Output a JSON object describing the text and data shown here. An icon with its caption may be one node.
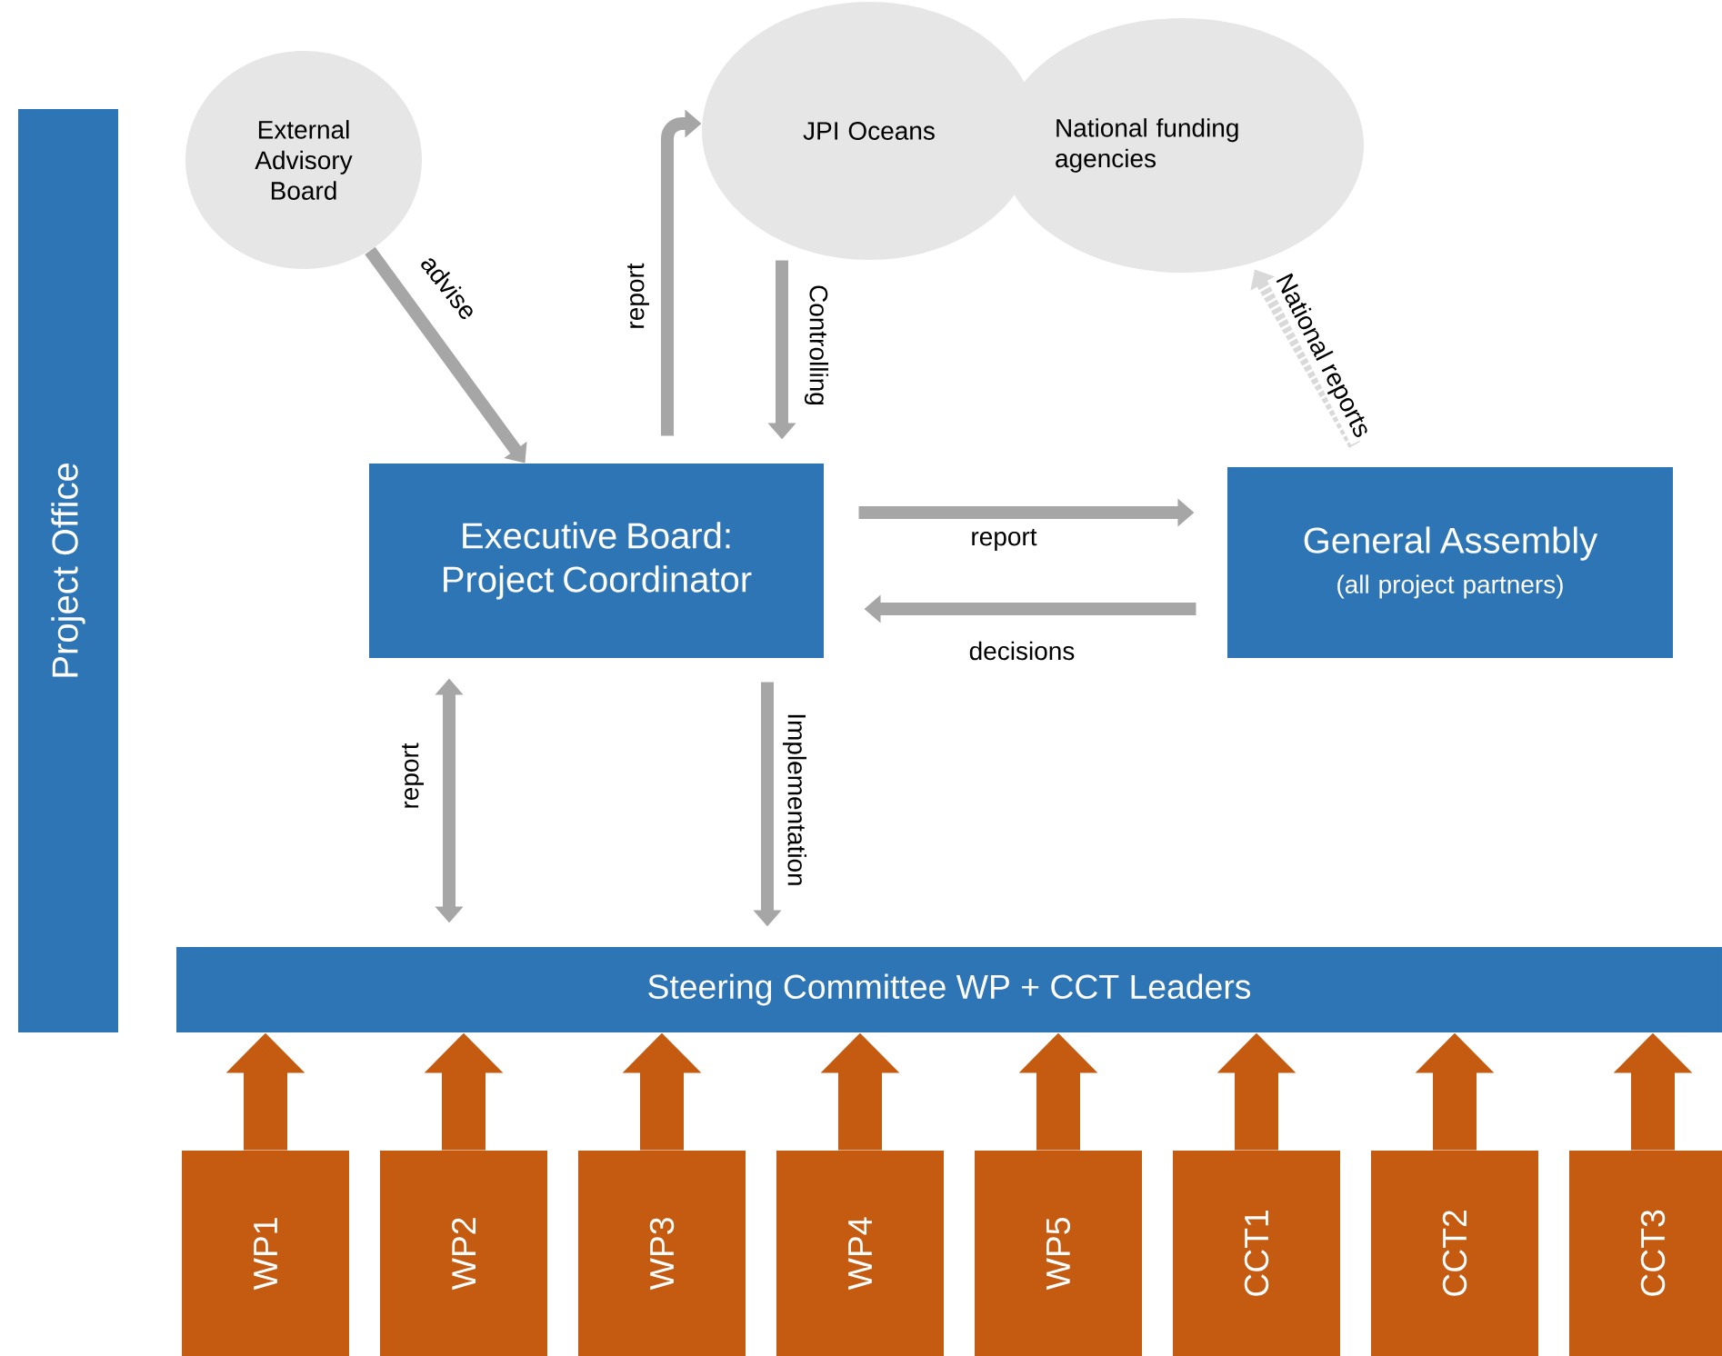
{
  "diagram": {
    "nodes": [
      {
        "text": [
          "Project Office"
        ]
      },
      {
        "text": [
          "External Advisory Board"
        ]
      },
      {
        "text": [
          "JPI Oceans"
        ]
      },
      {
        "text": [
          "National funding agencies"
        ]
      },
      {
        "text": [
          "Executive Board: Project Coordinator"
        ]
      },
      {
        "text": [
          "General Assembly",
          "(all project partners)"
        ]
      },
      {
        "text": [
          "Steering Committee WP + CCT Leaders"
        ]
      },
      {
        "text": [
          "WP1"
        ]
      },
      {
        "text": [
          "WP2"
        ]
      },
      {
        "text": [
          "WP3"
        ]
      },
      {
        "text": [
          "WP4"
        ]
      },
      {
        "text": [
          "WP5"
        ]
      },
      {
        "text": [
          "CCT1"
        ]
      },
      {
        "text": [
          "CCT2"
        ]
      },
      {
        "text": [
          "CCT3"
        ]
      }
    ],
    "edges": [
      {
        "from": 1,
        "to": 4,
        "arrow": "to",
        "label": "advise",
        "color": "#a6a6a6"
      },
      {
        "from": 4,
        "to": 2,
        "arrow": "to",
        "label": "report",
        "color": "#a6a6a6"
      },
      {
        "from": 2,
        "to": 4,
        "arrow": "to",
        "label": "Controlling",
        "color": "#a6a6a6"
      },
      {
        "from": 5,
        "to": 3,
        "arrow": "to",
        "label": "National reports",
        "style": "dashed",
        "color": "#d9d9d9"
      },
      {
        "from": 4,
        "to": 5,
        "arrow": "to",
        "label": "report",
        "color": "#a6a6a6"
      },
      {
        "from": 5,
        "to": 4,
        "arrow": "to",
        "label": "decisions",
        "color": "#a6a6a6"
      },
      {
        "from": 4,
        "to": 6,
        "arrow": "both",
        "label": "report",
        "color": "#a6a6a6"
      },
      {
        "from": 4,
        "to": 6,
        "arrow": "to",
        "label": "Implementation",
        "color": "#a6a6a6"
      },
      {
        "from": 7,
        "to": 6,
        "arrow": "to",
        "style": "thick",
        "color": "#c55a11"
      },
      {
        "from": 8,
        "to": 6,
        "arrow": "to",
        "style": "thick",
        "color": "#c55a11"
      },
      {
        "from": 9,
        "to": 6,
        "arrow": "to",
        "style": "thick",
        "color": "#c55a11"
      },
      {
        "from": 10,
        "to": 6,
        "arrow": "to",
        "style": "thick",
        "color": "#c55a11"
      },
      {
        "from": 11,
        "to": 6,
        "arrow": "to",
        "style": "thick",
        "color": "#c55a11"
      },
      {
        "from": 12,
        "to": 6,
        "arrow": "to",
        "style": "thick",
        "color": "#c55a11"
      },
      {
        "from": 13,
        "to": 6,
        "arrow": "to",
        "style": "thick",
        "color": "#c55a11"
      },
      {
        "from": 14,
        "to": 6,
        "arrow": "to",
        "style": "thick",
        "color": "#c55a11"
      }
    ]
  }
}
